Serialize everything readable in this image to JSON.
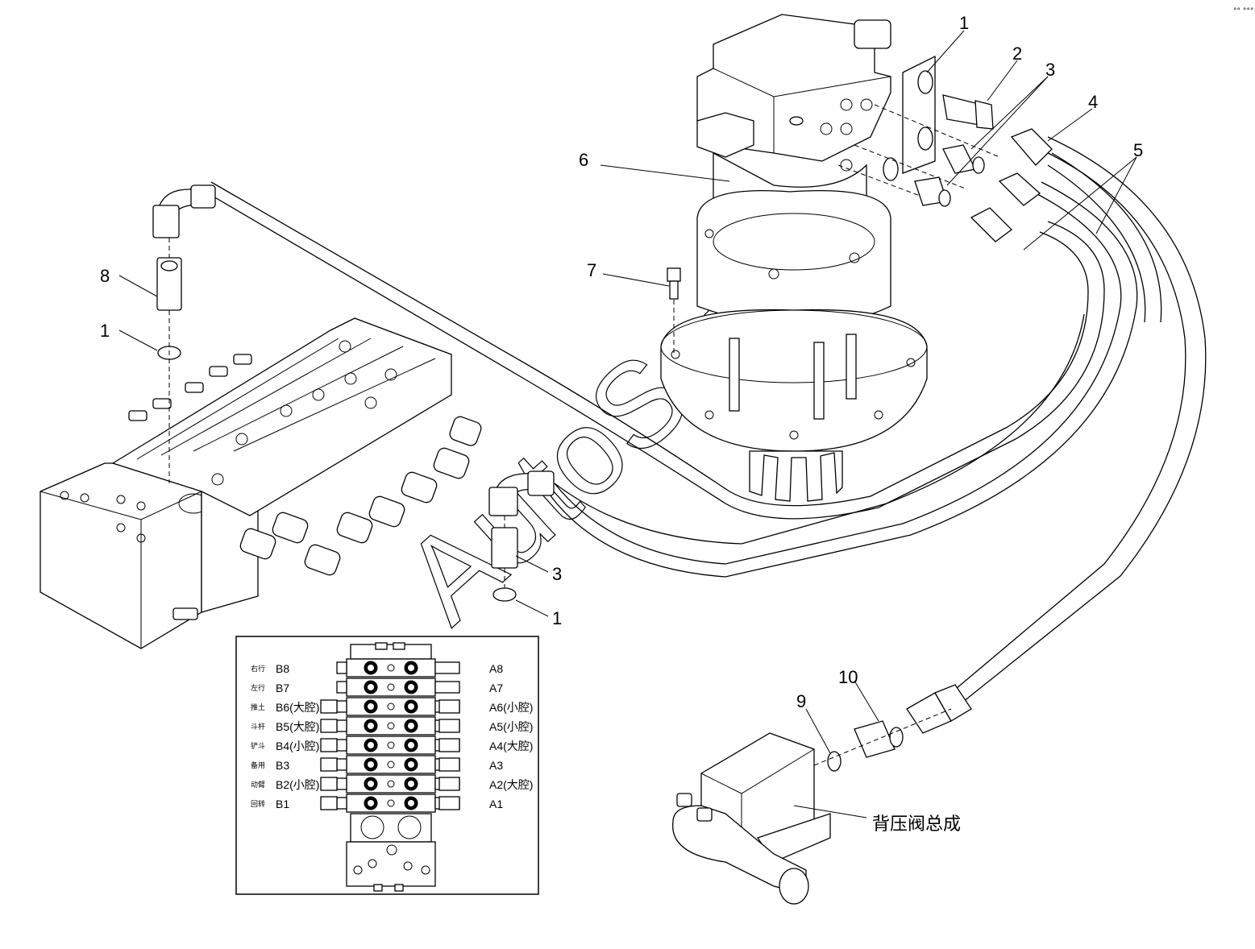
{
  "corner_mark": "°° °°°",
  "watermark": "AutoSoft",
  "callouts": [
    {
      "id": "c1a",
      "text": "1"
    },
    {
      "id": "c2",
      "text": "2"
    },
    {
      "id": "c3a",
      "text": "3"
    },
    {
      "id": "c4",
      "text": "4"
    },
    {
      "id": "c5",
      "text": "5"
    },
    {
      "id": "c6",
      "text": "6"
    },
    {
      "id": "c7",
      "text": "7"
    },
    {
      "id": "c8",
      "text": "8"
    },
    {
      "id": "c1b",
      "text": "1"
    },
    {
      "id": "c3b",
      "text": "3"
    },
    {
      "id": "c1c",
      "text": "1"
    },
    {
      "id": "c9",
      "text": "9"
    },
    {
      "id": "c10",
      "text": "10"
    }
  ],
  "assembly_label": "背压阀总成",
  "inset": {
    "rows": [
      {
        "cn": "右行",
        "b": "B8",
        "a": "A8"
      },
      {
        "cn": "左行",
        "b": "B7",
        "a": "A7"
      },
      {
        "cn": "推土",
        "b": "B6(大腔)",
        "a": "A6(小腔)"
      },
      {
        "cn": "斗杆",
        "b": "B5(大腔)",
        "a": "A5(小腔)"
      },
      {
        "cn": "铲斗",
        "b": "B4(小腔)",
        "a": "A4(大腔)"
      },
      {
        "cn": "备用",
        "b": "B3",
        "a": "A3"
      },
      {
        "cn": "动臂",
        "b": "B2(小腔)",
        "a": "A2(大腔)"
      },
      {
        "cn": "回转",
        "b": "B1",
        "a": "A1"
      }
    ]
  }
}
